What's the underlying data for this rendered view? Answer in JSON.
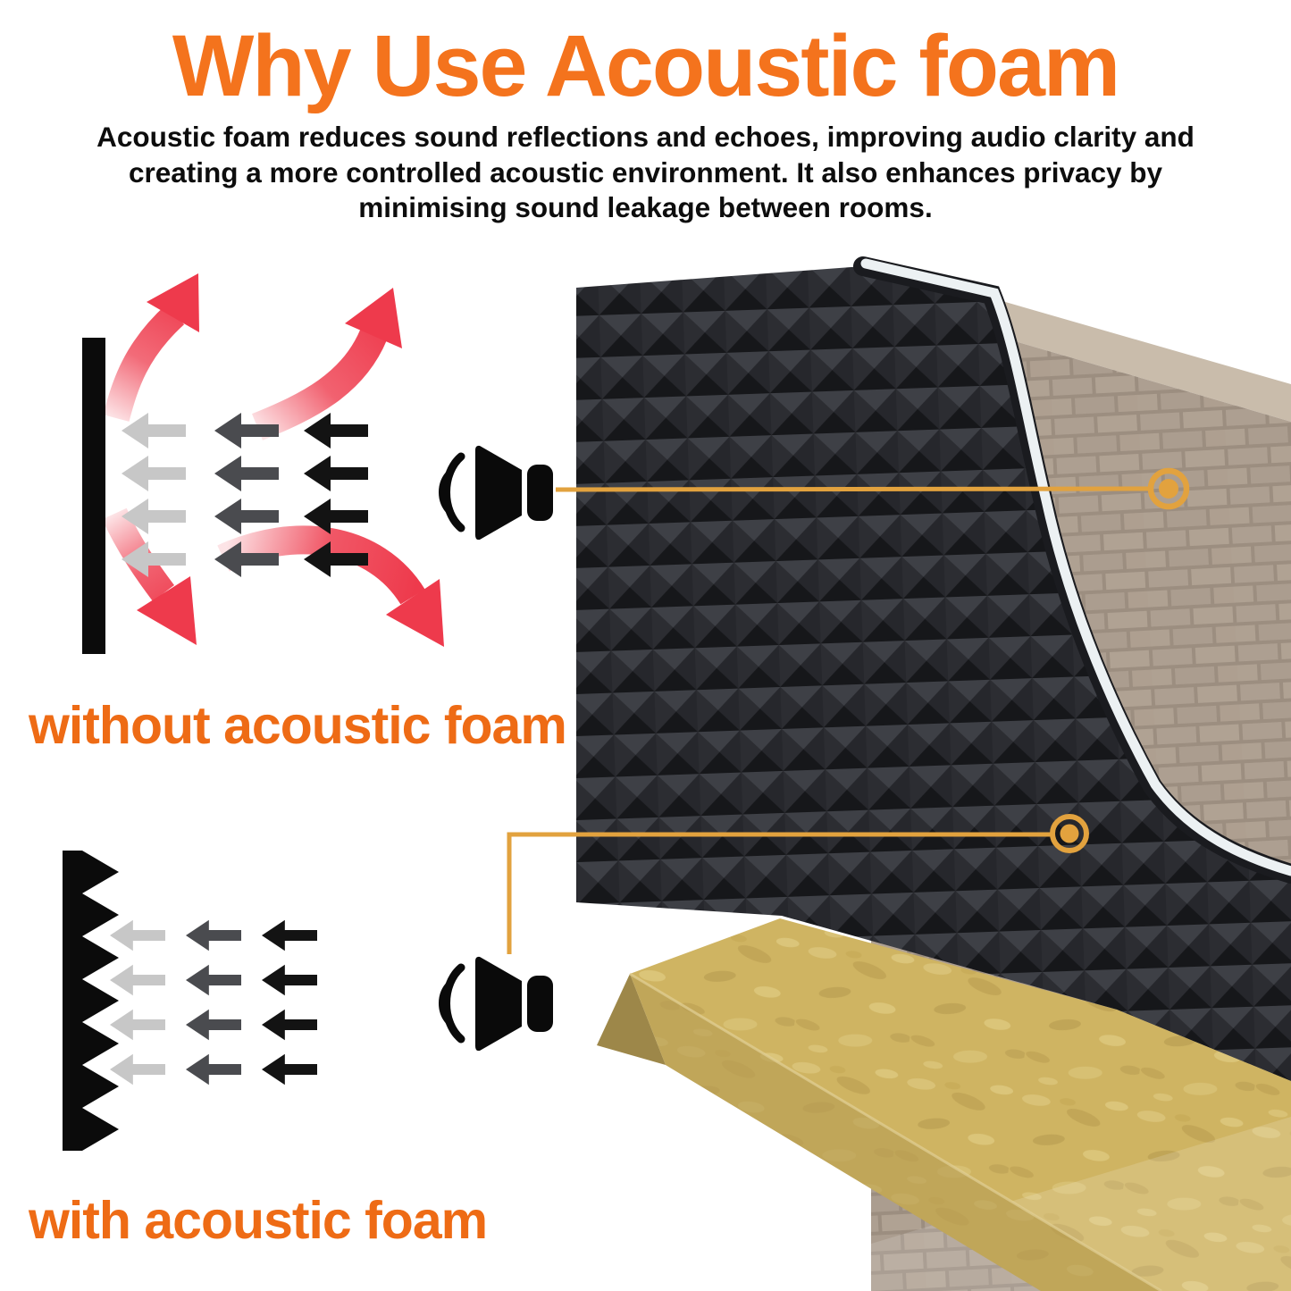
{
  "header": {
    "title": "Why Use Acoustic foam",
    "description_lines": {
      "0": "Acoustic foam reduces sound reflections and echoes, improving audio clarity and",
      "1": "creating a more controlled acoustic environment. It also enhances privacy by",
      "2": "minimising sound leakage between rooms."
    }
  },
  "diagrams": {
    "without_foam": {
      "label": "without acoustic foam",
      "wall": "flat-hard-wall",
      "incoming_arrow_rows": 4,
      "reflection_arrows": 4
    },
    "with_foam": {
      "label": "with acoustic foam",
      "wall": "pyramid-foam-surface",
      "incoming_arrow_rows": 4,
      "reflection_arrows": 0
    }
  },
  "scene": {
    "elements": [
      "brick-wall",
      "pyramid-acoustic-foam-panel",
      "white-backing-layer",
      "osb-wood-base"
    ],
    "markers": [
      "wall-marker",
      "foam-marker"
    ]
  },
  "icons": {
    "speaker": "speaker-icon",
    "sound_waves": "sound-waves-icon",
    "incoming_sound": "block-arrow-left-icon",
    "reflection": "curved-arrow-icon",
    "marker": "target-dot-icon"
  },
  "colors": {
    "title_orange": "#F4731D",
    "label_orange": "#EE6B15",
    "connector_gold": "#E2A23E",
    "arrow_red": "#EE3A4C",
    "arrow_black": "#131313",
    "arrow_gray_dark": "#4A4B4F",
    "arrow_gray_light": "#C7C7C7",
    "brick_face": "#AC9E90",
    "brick_mortar": "#9C8E80",
    "wall_top": "#C9BCAB",
    "foam_dark": "#202125",
    "wood_top": "#CFB462"
  }
}
